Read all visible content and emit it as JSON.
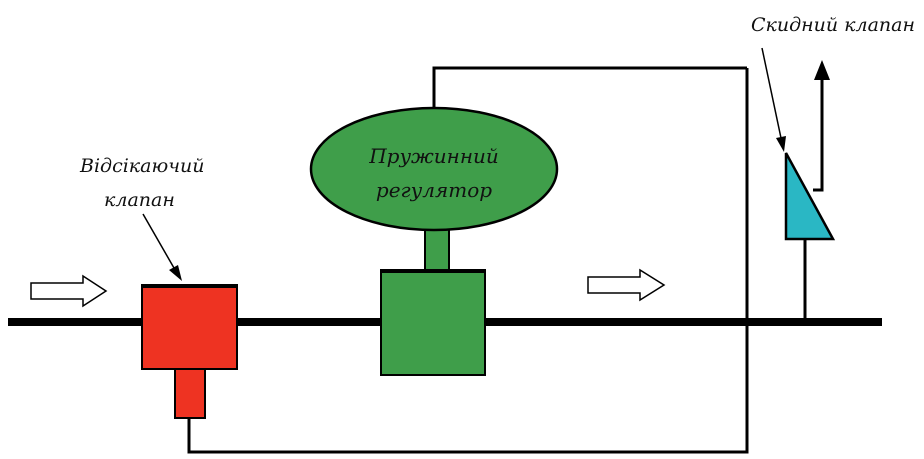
{
  "labels": {
    "shutoff_valve_line1": "Відсікаючий",
    "shutoff_valve_line2": "клапан",
    "spring_regulator_line1": "Пружинний",
    "spring_regulator_line2": "регулятор",
    "relief_valve": "Скидний клапан"
  },
  "colors": {
    "shutoff_valve": "#ee3322",
    "regulator_body": "#3f9e4a",
    "regulator_diaphragm": "#3f9e4a",
    "relief_valve": "#2ab7c4",
    "pipe": "#000000",
    "flow_arrow": "#ffffff"
  },
  "icons": {
    "inlet_flow": "flow-arrow-right-icon",
    "outlet_flow": "flow-arrow-right-icon",
    "vent": "vent-arrow-up-icon"
  }
}
